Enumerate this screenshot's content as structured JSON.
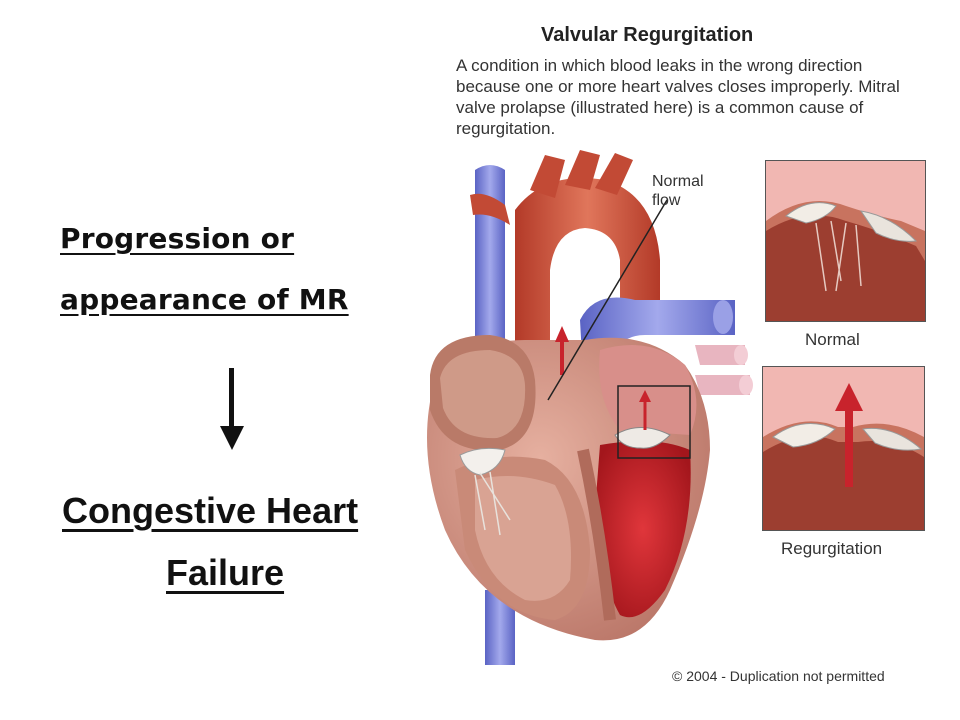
{
  "slide": {
    "progression_line1": "Progression or",
    "progression_line2": "appearance of MR",
    "result_line1": "Congestive Heart",
    "result_line2": "Failure"
  },
  "illustration": {
    "title": "Valvular Regurgitation",
    "description": "A condition in which blood leaks in the wrong direction because one or more heart valves closes improperly. Mitral valve prolapse (illustrated here) is a common cause of regurgitation.",
    "label_normal_flow": "Normal flow",
    "label_normal": "Normal",
    "label_regurgitation": "Regurgitation",
    "copyright": "© 2004 - Duplication not permitted"
  },
  "colors": {
    "vein_blue": "#7f86d6",
    "aorta_red": "#c8553c",
    "heart_pink": "#d99a8a",
    "chamber_red": "#c4252b",
    "arrow_red": "#c8232c",
    "text": "#111111"
  }
}
